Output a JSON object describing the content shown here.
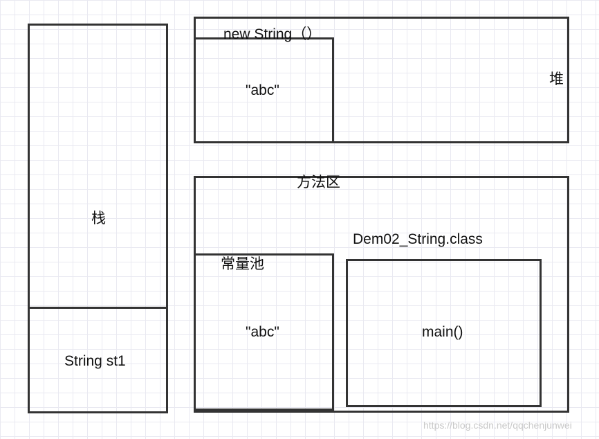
{
  "stack": {
    "label": "栈",
    "frame_var": "String st1"
  },
  "heap": {
    "label": "堆",
    "object_label": "new String（）",
    "object_value": "\"abc\""
  },
  "method_area": {
    "label": "方法区",
    "class_label": "Dem02_String.class",
    "constant_pool_label": "常量池",
    "constant_pool_value": "\"abc\"",
    "method_label": "main()"
  },
  "watermark": "https://blog.csdn.net/qqchenjunwei"
}
